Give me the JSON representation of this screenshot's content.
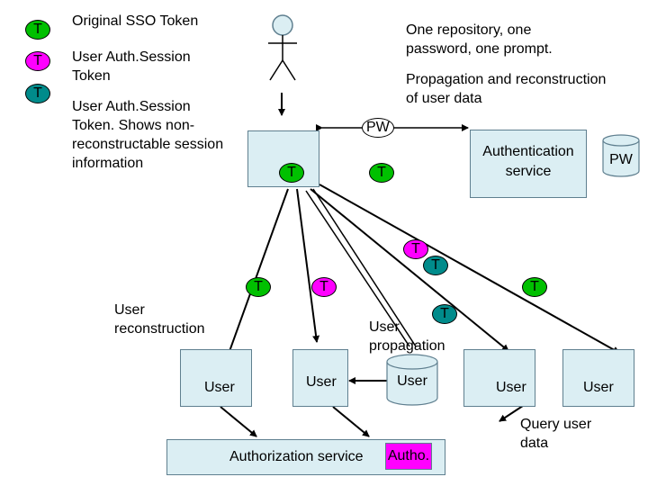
{
  "legend": {
    "items": [
      {
        "token": "T",
        "label": "Original SSO Token"
      },
      {
        "token": "T",
        "label": "User Auth.Session Token"
      },
      {
        "token": "T",
        "label": "User Auth.Session Token. Shows non-reconstructable session information"
      }
    ]
  },
  "notes": {
    "repository": "One repository, one password, one prompt.",
    "propagation": "Propagation and reconstruction of user data",
    "user_reconstruction": "User reconstruction",
    "user_propagation": "User propagation",
    "query_user_data": "Query user data"
  },
  "nodes": {
    "auth_service": "Authentication service",
    "pw_store": "PW",
    "pw_label": "PW",
    "authz_service": "Authorization service",
    "autho_store": "Autho.",
    "user_1": "User",
    "user_2": "User",
    "user_3": "User",
    "user_4": "User",
    "user_5": "User"
  },
  "tokens": {
    "t_green_left": "T",
    "t_green_mid": "T",
    "t_pink_center": "T",
    "t_teal_center": "T",
    "t_green_a": "T",
    "t_pink_a": "T",
    "t_green_right": "T",
    "t_teal_right": "T"
  },
  "colors": {
    "sso_token": "#00c000",
    "session_token": "#ff00ff",
    "nonrecon_token": "#008b8b",
    "box_fill": "#dbeef3"
  }
}
